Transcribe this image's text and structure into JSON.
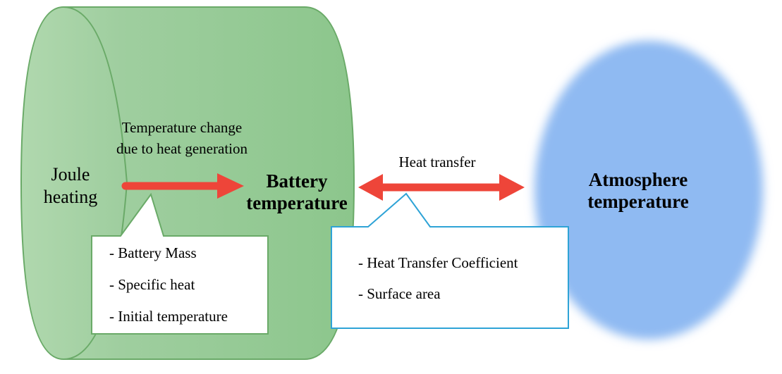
{
  "diagram": {
    "joule_heating": [
      "Joule",
      "heating"
    ],
    "temperature_change": [
      "Temperature change",
      "due to heat generation"
    ],
    "battery_temperature": [
      "Battery",
      "temperature"
    ],
    "heat_transfer": "Heat transfer",
    "atmosphere_temperature": [
      "Atmosphere",
      "temperature"
    ],
    "battery_properties": [
      "- Battery Mass",
      "- Specific heat",
      "- Initial temperature"
    ],
    "transfer_properties": [
      "- Heat Transfer Coefficient",
      "- Surface area"
    ],
    "colors": {
      "cylinder_fill": "#93c894",
      "cylinder_stroke": "#6aaa68",
      "ellipse_fill": "#8fbaf2",
      "arrow": "#ee4539",
      "callout_left_border": "#6aaa68",
      "callout_right_border": "#2ea3d6"
    }
  }
}
